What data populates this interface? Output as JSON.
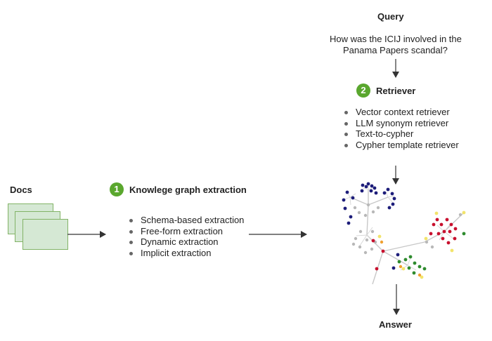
{
  "query": {
    "title": "Query",
    "question_line1": "How was the ICIJ involved in the",
    "question_line2": "Panama Papers scandal?"
  },
  "retriever": {
    "step": "2",
    "title": "Retriever",
    "items": [
      "Vector context retriever",
      "LLM synonym retriever",
      "Text-to-cypher",
      "Cypher template retriever"
    ]
  },
  "docs": {
    "title": "Docs"
  },
  "extraction": {
    "step": "1",
    "title": "Knowlege graph extraction",
    "items": [
      "Schema-based extraction",
      "Free-form extraction",
      "Dynamic extraction",
      "Implicit extraction"
    ]
  },
  "answer": {
    "title": "Answer"
  },
  "colors": {
    "badge": "#5aa72e",
    "doc_fill": "#d5e8d4",
    "doc_border": "#82b366",
    "node_navy": "#1d1d7a",
    "node_red": "#c8102e",
    "node_green": "#2e8b2e",
    "node_yellow": "#f2e46b",
    "node_gray": "#b8b8b8",
    "node_orange": "#f0a030"
  }
}
